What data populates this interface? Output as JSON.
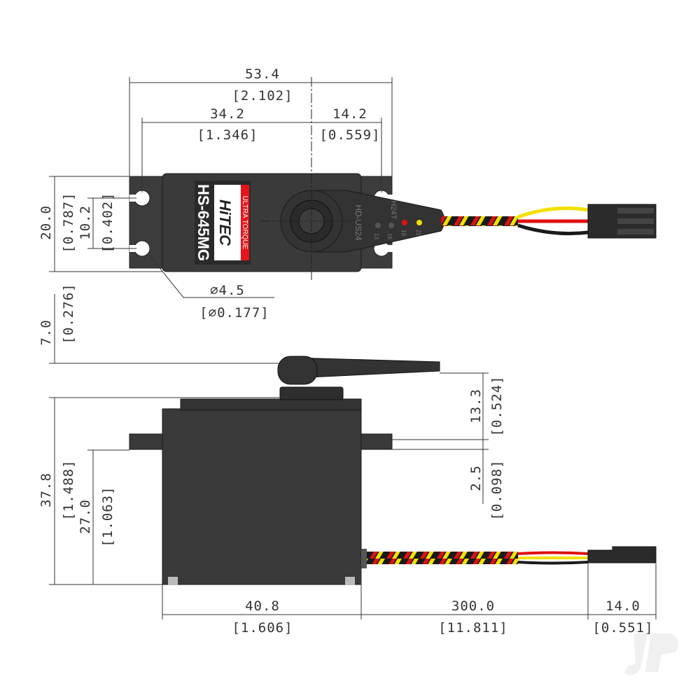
{
  "product_label": {
    "model": "HS-645MG",
    "brand": "HiTEC",
    "tagline": "ULTRA TORQUE"
  },
  "horn_markings": {
    "part": "HD-US24",
    "spline": "H24T",
    "holes": [
      "13",
      "16",
      "19",
      "22"
    ]
  },
  "dimensions": {
    "overall_width": {
      "mm": "53.4",
      "in": "[2.102]"
    },
    "hole_to_shaft": {
      "mm": "34.2",
      "in": "[1.346]"
    },
    "shaft_to_hole": {
      "mm": "14.2",
      "in": "[0.559]"
    },
    "body_width_top": {
      "mm": "20.0",
      "in": "[0.787]"
    },
    "hole_spacing": {
      "mm": "10.2",
      "in": "[0.402]"
    },
    "hole_diameter": {
      "mm": "⌀4.5",
      "in": "[⌀0.177]"
    },
    "horn_height": {
      "mm": "7.0",
      "in": "[0.276]"
    },
    "top_to_flange": {
      "mm": "13.3",
      "in": "[0.524]"
    },
    "flange_thickness": {
      "mm": "2.5",
      "in": "[0.098]"
    },
    "total_height": {
      "mm": "37.8",
      "in": "[1.488]"
    },
    "flange_height": {
      "mm": "27.0",
      "in": "[1.063]"
    },
    "body_length": {
      "mm": "40.8",
      "in": "[1.606]"
    },
    "wire_length": {
      "mm": "300.0",
      "in": "[11.811]"
    },
    "connector_length": {
      "mm": "14.0",
      "in": "[0.551]"
    }
  },
  "colors": {
    "body": "#3a3a3a",
    "wire_red": "#e01010",
    "wire_yellow": "#f2e000",
    "wire_black": "#1a1a1a",
    "label_red": "#e8141c"
  },
  "watermark": "JP"
}
